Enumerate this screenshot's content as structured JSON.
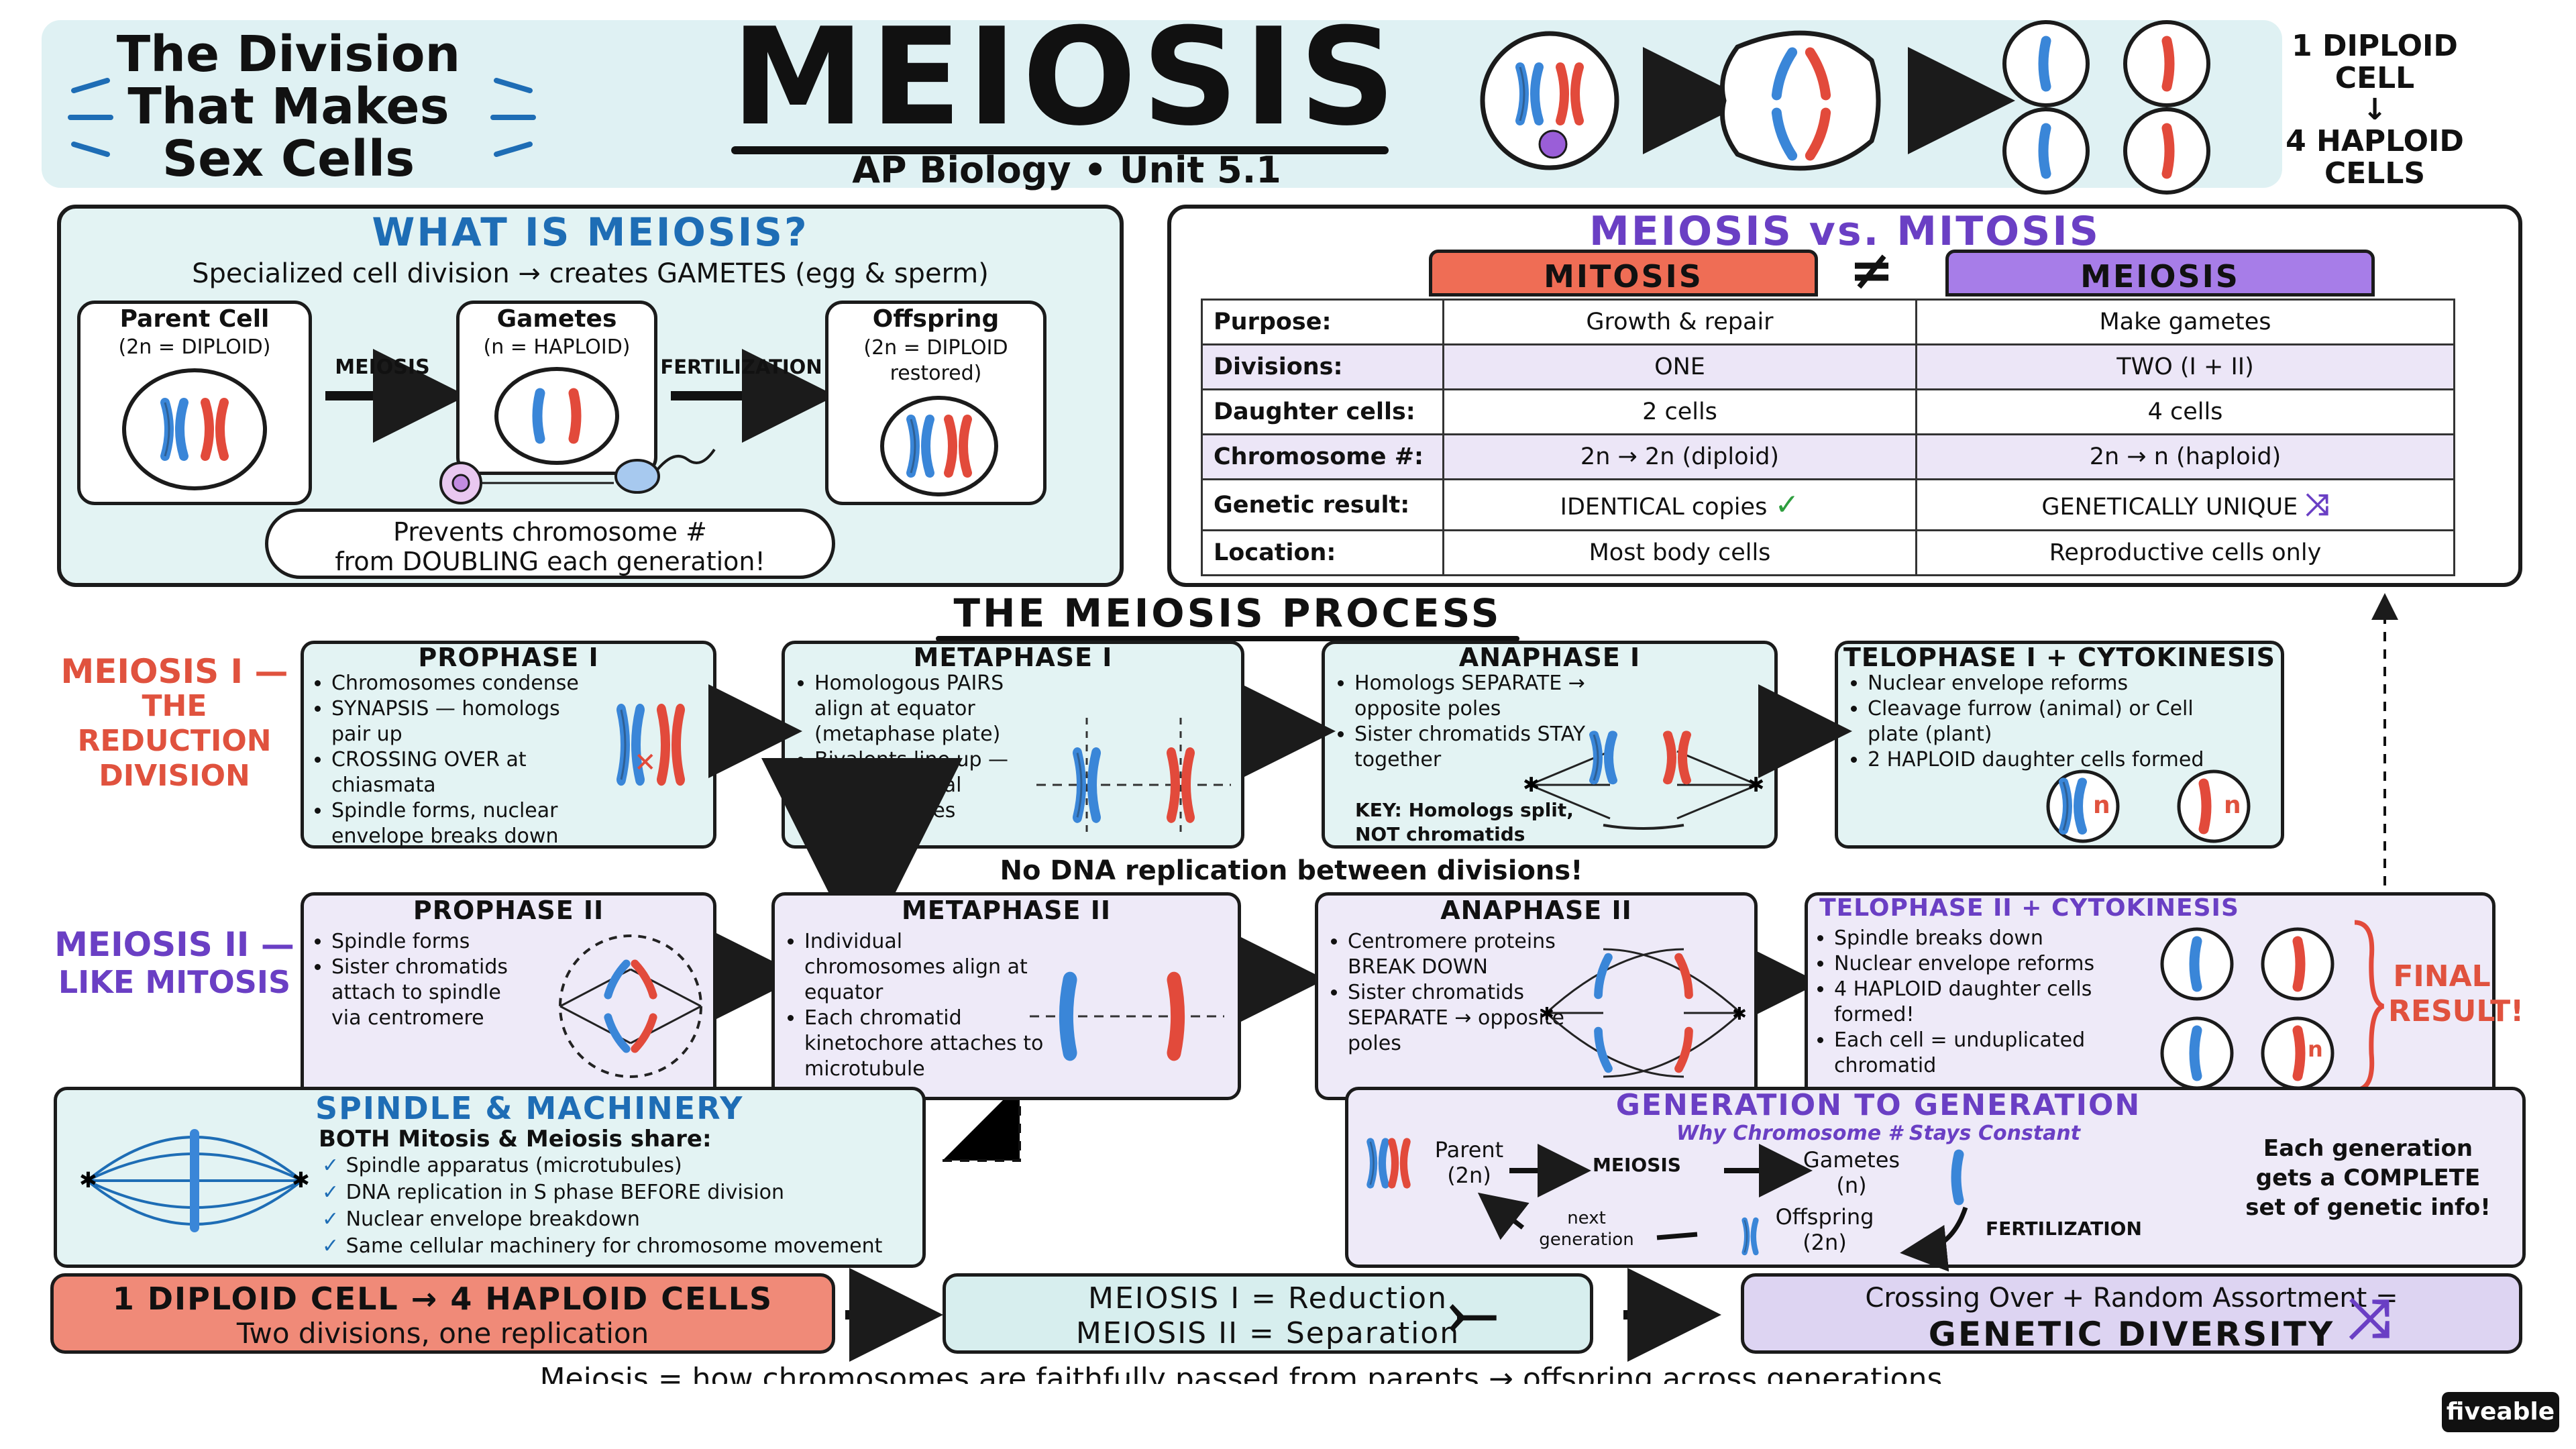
{
  "header": {
    "subtitle_lines": [
      "The Division",
      "That Makes",
      "Sex Cells"
    ],
    "title": "MEIOSIS",
    "course": "AP Biology • Unit 5.1",
    "summary_top": "1 DIPLOID CELL",
    "summary_bottom": "4 HAPLOID CELLS"
  },
  "what_is": {
    "title": "WHAT IS MEIOSIS?",
    "intro": "Specialized cell division → creates GAMETES (egg & sperm)",
    "parent": {
      "name": "Parent Cell",
      "detail": "(2n = DIPLOID)"
    },
    "gametes": {
      "name": "Gametes",
      "detail": "(n = HAPLOID)"
    },
    "offspring": {
      "name": "Offspring",
      "detail": "(2n = DIPLOID restored)"
    },
    "arrow1": "MEIOSIS",
    "arrow2": "FERTILIZATION",
    "cloud_line1": "Prevents chromosome #",
    "cloud_line2": "from DOUBLING each generation!"
  },
  "comparison": {
    "title": "MEIOSIS vs. MITOSIS",
    "col_mitosis": "MITOSIS",
    "col_meiosis": "MEIOSIS",
    "rows": [
      {
        "label": "Purpose:",
        "mitosis": "Growth & repair",
        "meiosis": "Make gametes"
      },
      {
        "label": "Divisions:",
        "mitosis": "ONE",
        "meiosis": "TWO (I + II)"
      },
      {
        "label": "Daughter cells:",
        "mitosis": "2 cells",
        "meiosis": "4 cells"
      },
      {
        "label": "Chromosome #:",
        "mitosis": "2n → 2n (diploid)",
        "meiosis": "2n → n (haploid)"
      },
      {
        "label": "Genetic result:",
        "mitosis": "IDENTICAL copies",
        "meiosis": "GENETICALLY UNIQUE"
      },
      {
        "label": "Location:",
        "mitosis": "Most body cells",
        "meiosis": "Reproductive cells only"
      }
    ]
  },
  "process": {
    "title": "THE MEIOSIS PROCESS",
    "meiosis1_label": [
      "MEIOSIS I —",
      "THE REDUCTION",
      "DIVISION"
    ],
    "meiosis2_label": [
      "MEIOSIS II —",
      "LIKE MITOSIS"
    ],
    "between_note": "No DNA replication between divisions!",
    "prophase1": {
      "title": "PROPHASE I",
      "bullets": [
        "Chromosomes condense",
        "SYNAPSIS — homologs pair up",
        "CROSSING OVER at chiasmata",
        "Spindle forms, nuclear envelope breaks down"
      ]
    },
    "metaphase1": {
      "title": "METAPHASE I",
      "bullets": [
        "Homologous PAIRS align at equator (metaphase plate)",
        "Bivalents line up — NOT individual chromosomes"
      ]
    },
    "anaphase1": {
      "title": "ANAPHASE I",
      "bullets": [
        "Homologs SEPARATE → opposite poles",
        "Sister chromatids STAY together"
      ],
      "key": "KEY: Homologs split, NOT chromatids"
    },
    "telophase1": {
      "title": "TELOPHASE I + CYTOKINESIS",
      "bullets": [
        "Nuclear envelope reforms",
        "Cleavage furrow (animal) or Cell plate (plant)",
        "2 HAPLOID daughter cells formed"
      ],
      "cell_label": "n"
    },
    "prophase2": {
      "title": "PROPHASE II",
      "bullets": [
        "Spindle forms",
        "Sister chromatids attach to spindle via centromere"
      ]
    },
    "metaphase2": {
      "title": "METAPHASE II",
      "bullets": [
        "Individual chromosomes align at equator",
        "Each chromatid kinetochore attaches to microtubule"
      ]
    },
    "anaphase2": {
      "title": "ANAPHASE II",
      "bullets": [
        "Centromere proteins BREAK DOWN",
        "Sister chromatids SEPARATE → opposite poles"
      ]
    },
    "telophase2": {
      "title": "TELOPHASE II + CYTOKINESIS",
      "bullets": [
        "Spindle breaks down",
        "Nuclear envelope reforms",
        "4 HAPLOID daughter cells formed!",
        "Each cell = unduplicated chromatid"
      ],
      "cell_label": "n"
    },
    "final_result": "FINAL RESULT!"
  },
  "spindle": {
    "title": "SPINDLE & MACHINERY",
    "intro": "BOTH Mitosis & Meiosis share:",
    "checks": [
      "Spindle apparatus (microtubules)",
      "DNA replication in S phase BEFORE division",
      "Nuclear envelope breakdown",
      "Same cellular machinery for chromosome movement"
    ]
  },
  "generation": {
    "title": "GENERATION TO GENERATION",
    "subtitle": "Why Chromosome # Stays Constant",
    "parent": "Parent",
    "parent_n": "(2n)",
    "meiosis": "MEIOSIS",
    "gametes": "Gametes",
    "gametes_n": "(n)",
    "offspring": "Offspring",
    "offspring_n": "(2n)",
    "next": "next generation",
    "fertilization": "FERTILIZATION",
    "note": "Each generation gets a COMPLETE set of genetic info!"
  },
  "bottom": {
    "box1_line1": "1 DIPLOID CELL → 4 HAPLOID CELLS",
    "box1_line2": "Two divisions, one replication",
    "box2_line1": "MEIOSIS I = Reduction",
    "box2_line2": "MEIOSIS II = Separation",
    "box3_line1": "Crossing Over + Random Assortment =",
    "box3_line2": "GENETIC DIVERSITY",
    "footer": "Meiosis = how chromosomes are faithfully passed from parents → offspring across generations",
    "logo": "fiveable"
  },
  "colors": {
    "blue": "#3a86d8",
    "red": "#e24a3b",
    "purple": "#8a5cd6",
    "teal": "#e3f3f3",
    "lavender": "#eeeaf8",
    "mitosis_header": "#ef6d55",
    "meiosis_header": "#a77de8"
  }
}
